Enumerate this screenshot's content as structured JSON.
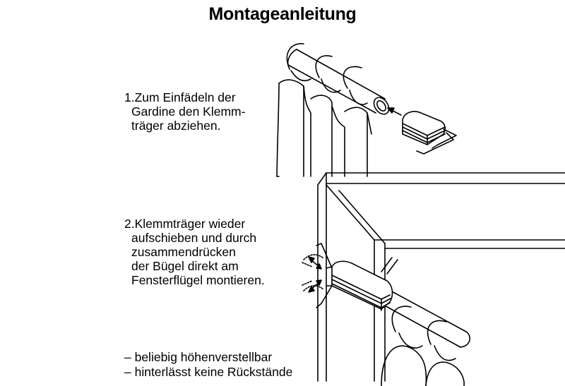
{
  "title": "Montageanleitung",
  "steps": [
    {
      "lines": [
        "1.Zum Einfädeln der",
        "Gardine den Klemm-",
        "träger abziehen."
      ]
    },
    {
      "lines": [
        "2.Klemmträger wieder",
        "aufschieben und durch",
        "zusammendrücken",
        "der Bügel direkt am",
        "Fensterflügel montieren."
      ]
    }
  ],
  "features": [
    "– beliebig höhenverstellbar",
    "– hinterlässt keine Rückstände"
  ]
}
